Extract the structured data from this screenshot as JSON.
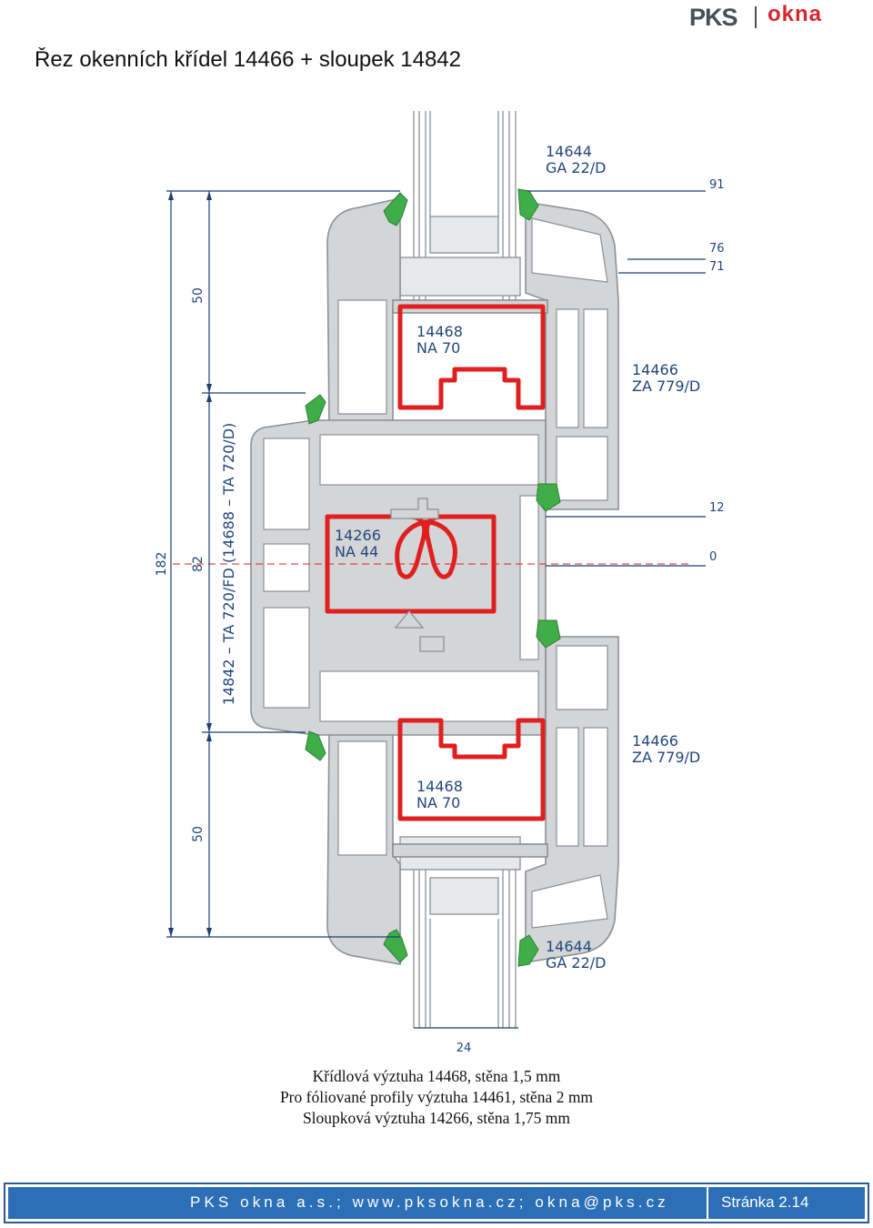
{
  "header": {
    "logo_pks": "PKS",
    "logo_okna": "okna",
    "title": "Řez okenních křídel 14466 + sloupek 14842"
  },
  "colors": {
    "dimension_line": "#1f3f73",
    "profile_fill": "#d3d5d7",
    "profile_stroke": "#8c9196",
    "reinforcement": "#e02020",
    "gasket": "#3fae49",
    "footer": "#2c6fb6"
  },
  "drawing": {
    "dim_left_total": "182",
    "dim_left_middle": "82",
    "dim_top_wing": "50",
    "dim_bottom_wing": "50",
    "mullion_spec": "14842 – TA 720/FD (14688 – TA 720/D)",
    "gasket_top": [
      "14644",
      "GA 22/D"
    ],
    "gasket_bottom": [
      "14644",
      "GA 22/D"
    ],
    "reinf_top": [
      "14468",
      "NA 70"
    ],
    "reinf_bottom": [
      "14468",
      "NA 70"
    ],
    "reinf_mullion": [
      "14266",
      "NA 44"
    ],
    "wing_top": [
      "14466",
      "ZA 779/D"
    ],
    "wing_bottom": [
      "14466",
      "ZA 779/D"
    ],
    "levels": [
      "91",
      "76",
      "71",
      "12",
      "0"
    ],
    "bottom_dim": "24"
  },
  "captions": [
    "Křídlová výztuha 14468, stěna 1,5 mm",
    "Pro fóliované profily výztuha 14461, stěna 2 mm",
    "Sloupková výztuha 14266, stěna 1,75 mm"
  ],
  "footer": {
    "company": "PKS okna a.s.; www.pksokna.cz; okna@pks.cz",
    "page": "Stránka 2.14"
  }
}
